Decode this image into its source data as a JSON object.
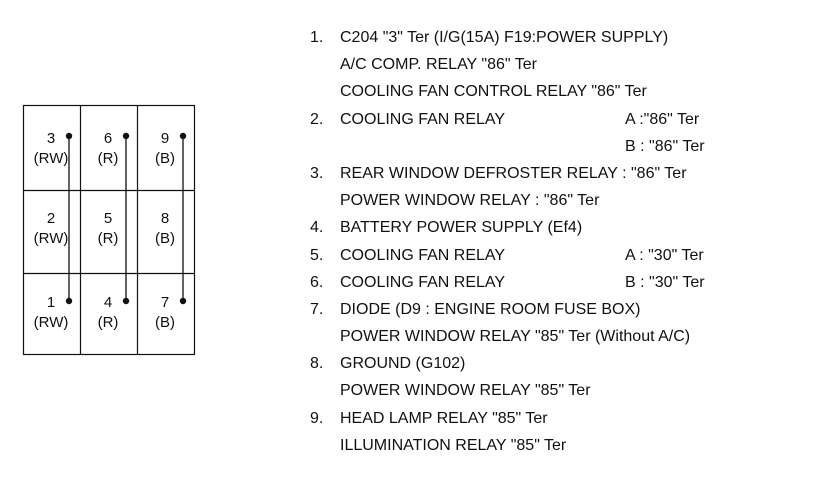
{
  "connector": {
    "pins": [
      {
        "number": "3",
        "wire": "(RW)"
      },
      {
        "number": "6",
        "wire": "(R)"
      },
      {
        "number": "9",
        "wire": "(B)"
      },
      {
        "number": "2",
        "wire": "(RW)"
      },
      {
        "number": "5",
        "wire": "(R)"
      },
      {
        "number": "8",
        "wire": "(B)"
      },
      {
        "number": "1",
        "wire": "(RW)"
      },
      {
        "number": "4",
        "wire": "(R)"
      },
      {
        "number": "7",
        "wire": "(B)"
      }
    ]
  },
  "legend": {
    "rows": [
      {
        "num": "1.",
        "text": "C204 \"3\" Ter (I/G(15A) F19:POWER SUPPLY)",
        "side": ""
      },
      {
        "num": "",
        "text": "A/C COMP. RELAY \"86\" Ter",
        "side": ""
      },
      {
        "num": "",
        "text": "COOLING FAN CONTROL RELAY \"86\" Ter",
        "side": ""
      },
      {
        "num": "2.",
        "text": "COOLING FAN RELAY",
        "side": "A :\"86\" Ter"
      },
      {
        "num": "",
        "text": "",
        "side": "B : \"86\" Ter"
      },
      {
        "num": "3.",
        "text": "REAR WINDOW DEFROSTER RELAY : \"86\" Ter",
        "side": ""
      },
      {
        "num": "",
        "text": "POWER WINDOW RELAY : \"86\" Ter",
        "side": ""
      },
      {
        "num": "4.",
        "text": "BATTERY POWER SUPPLY (Ef4)",
        "side": ""
      },
      {
        "num": "5.",
        "text": "COOLING FAN RELAY",
        "side": "A : \"30\" Ter"
      },
      {
        "num": "6.",
        "text": "COOLING FAN RELAY",
        "side": "B : \"30\" Ter"
      },
      {
        "num": "7.",
        "text": "DIODE (D9 : ENGINE ROOM FUSE BOX)",
        "side": ""
      },
      {
        "num": "",
        "text": "POWER WINDOW RELAY \"85\" Ter (Without A/C)",
        "side": ""
      },
      {
        "num": "8.",
        "text": "GROUND (G102)",
        "side": ""
      },
      {
        "num": "",
        "text": "POWER WINDOW RELAY \"85\" Ter",
        "side": ""
      },
      {
        "num": "9.",
        "text": "HEAD LAMP RELAY \"85\" Ter",
        "side": ""
      },
      {
        "num": "",
        "text": "ILLUMINATION RELAY \"85\" Ter",
        "side": ""
      }
    ]
  }
}
